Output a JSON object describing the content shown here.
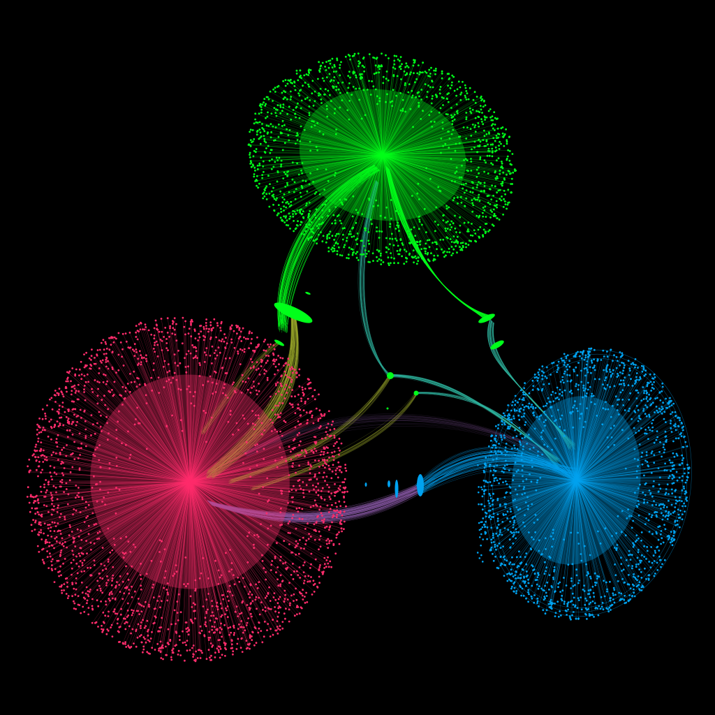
{
  "background": "#000000",
  "clusters": [
    {
      "id": "green",
      "color": "#00ff1a"
    },
    {
      "id": "pink",
      "color": "#ff2d6c"
    },
    {
      "id": "blue",
      "color": "#00a2f0"
    }
  ],
  "bridge_colors": {
    "green_pink": "#9aa82a",
    "pink_blue": "#8a5aa8",
    "green_blue": "#2fb5a0"
  }
}
